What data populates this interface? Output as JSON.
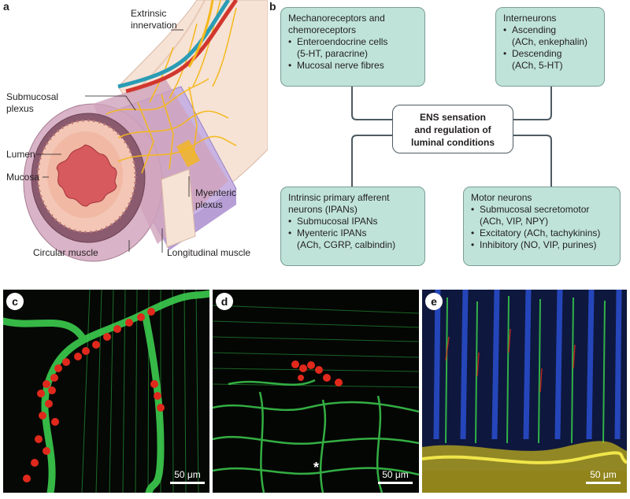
{
  "panels": {
    "a": "a",
    "b": "b",
    "c": "c",
    "d": "d",
    "e": "e"
  },
  "anatomy": {
    "extrinsic": "Extrinsic\ninnervation",
    "submucosal": "Submucosal\nplexus",
    "lumen": "Lumen",
    "mucosa": "Mucosa",
    "myenteric": "Myenteric\nplexus",
    "circular": "Circular muscle",
    "longitudinal": "Longitudinal muscle"
  },
  "boxes": {
    "mechano": {
      "title": "Mechanoreceptors and\nchemoreceptors",
      "items": [
        {
          "main": "Enteroendocrine cells",
          "sub": "(5-HT, paracrine)"
        },
        {
          "main": "Mucosal nerve fibres",
          "sub": ""
        }
      ]
    },
    "inter": {
      "title": "Interneurons",
      "items": [
        {
          "main": "Ascending",
          "sub": "(ACh, enkephalin)"
        },
        {
          "main": "Descending",
          "sub": "(ACh, 5-HT)"
        }
      ]
    },
    "center": "ENS sensation\nand regulation of\nluminal conditions",
    "ipan": {
      "title": "Intrinsic primary afferent\nneurons (IPANs)",
      "items": [
        {
          "main": "Submucosal IPANs",
          "sub": ""
        },
        {
          "main": "Myenteric IPANs",
          "sub": "(ACh, CGRP, calbindin)"
        }
      ]
    },
    "motor": {
      "title": "Motor neurons",
      "items": [
        {
          "main": "Submucosal secretomotor",
          "sub": "(ACh, VIP, NPY)"
        },
        {
          "main": "Excitatory (ACh, tachykinins)",
          "sub": ""
        },
        {
          "main": "Inhibitory (NO, VIP, purines)",
          "sub": ""
        }
      ]
    }
  },
  "micrographs": {
    "scale": "50 μm",
    "asterisk": "*"
  },
  "colors": {
    "box_fill": "#bfe3d9",
    "connector": "#4d5b63",
    "nerve_green": "#35c24a",
    "cell_red": "#e0291c",
    "nuclei_blue": "#1f3fa8",
    "plexus_yellow": "#f5b81c"
  }
}
